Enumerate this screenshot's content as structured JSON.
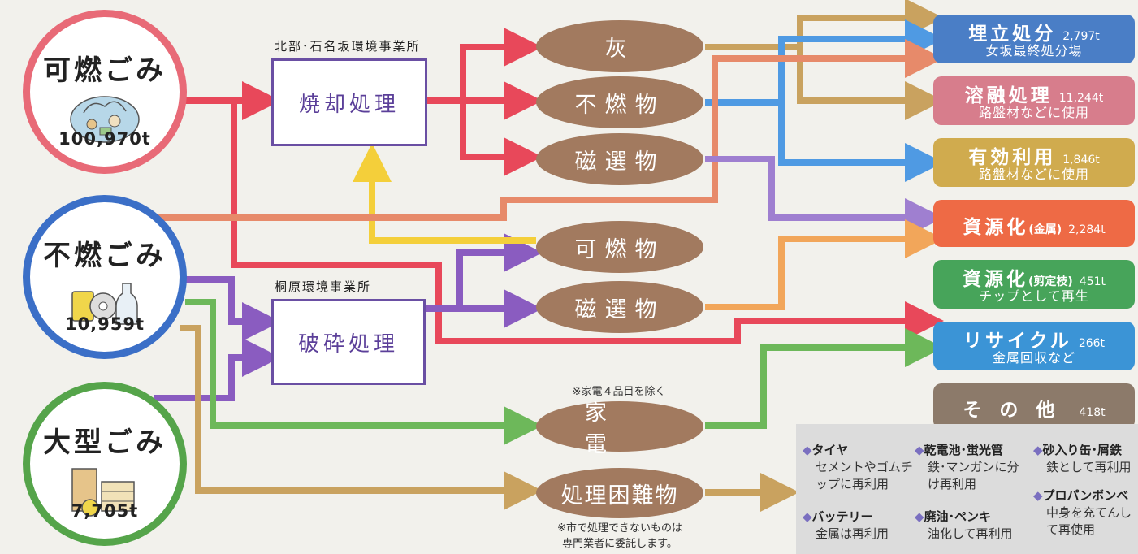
{
  "sources": {
    "combustible": {
      "title": "可燃ごみ",
      "amount": "100,970t",
      "color": "#e86a77",
      "icon": "garbage-bag-icon"
    },
    "noncombustible": {
      "title": "不燃ごみ",
      "amount": "10,959t",
      "color": "#3b6fc7",
      "icon": "cans-bottles-icon"
    },
    "bulky": {
      "title": "大型ごみ",
      "amount": "7,705t",
      "color": "#55a44a",
      "icon": "furniture-icon"
    }
  },
  "facilities": {
    "north": {
      "label": "北部･石名坂環境事業所",
      "process": "焼却処理"
    },
    "kirihara": {
      "label": "桐原環境事業所",
      "process": "破砕処理"
    }
  },
  "intermediates": {
    "ash": "灰",
    "incombustibles": "不燃物",
    "magnetic1": "磁選物",
    "combustibles": "可燃物",
    "magnetic2": "磁選物",
    "appliances": "家電",
    "appliances_note": "※家電４品目を除く",
    "difficult": "処理困難物",
    "difficult_note_1": "※市で処理できないものは",
    "difficult_note_2": "専門業者に委託します。"
  },
  "destinations": [
    {
      "title": "埋立処分",
      "amount": "2,797t",
      "sub": "女坂最終処分場",
      "color": "#4a7ec6"
    },
    {
      "title": "溶融処理",
      "amount": "11,244t",
      "sub": "路盤材などに使用",
      "color": "#d77d8c"
    },
    {
      "title": "有効利用",
      "amount": "1,846t",
      "sub": "路盤材などに使用",
      "color": "#d0ab4e"
    },
    {
      "title": "資源化",
      "paren": "(金属)",
      "amount": "2,284t",
      "sub": "",
      "color": "#ee6a45"
    },
    {
      "title": "資源化",
      "paren": "(剪定枝)",
      "amount": "451t",
      "sub": "チップとして再生",
      "color": "#47a45a"
    },
    {
      "title": "リサイクル",
      "amount": "266t",
      "sub": "金属回収など",
      "color": "#3b94d6"
    },
    {
      "title": "その他",
      "amount": "418t",
      "sub": "",
      "color": "#8c7a6a"
    }
  ],
  "other_items": [
    {
      "head": "タイヤ",
      "body": [
        "セメントやゴムチ",
        "ップに再利用"
      ]
    },
    {
      "head": "乾電池･蛍光管",
      "body": [
        "鉄･マンガンに分",
        "け再利用"
      ]
    },
    {
      "head": "砂入り缶･屑鉄",
      "body": [
        "鉄として再利用"
      ]
    },
    {
      "head": "プロパンボンベ",
      "body": [
        "中身を充てんし",
        "て再使用"
      ]
    },
    {
      "head": "バッテリー",
      "body": [
        "金属は再利用"
      ]
    },
    {
      "head": "廃油･ペンキ",
      "body": [
        "油化して再利用"
      ]
    }
  ],
  "flow_colors": {
    "red": "#e8485a",
    "purple": "#8a5cc0",
    "yellow": "#f4cf3a",
    "tan": "#c9a25f",
    "blue": "#4f9ae3",
    "salmon": "#e78a6a",
    "orange": "#f2a65a",
    "green": "#6db85a",
    "lavender": "#9f7fd0"
  }
}
